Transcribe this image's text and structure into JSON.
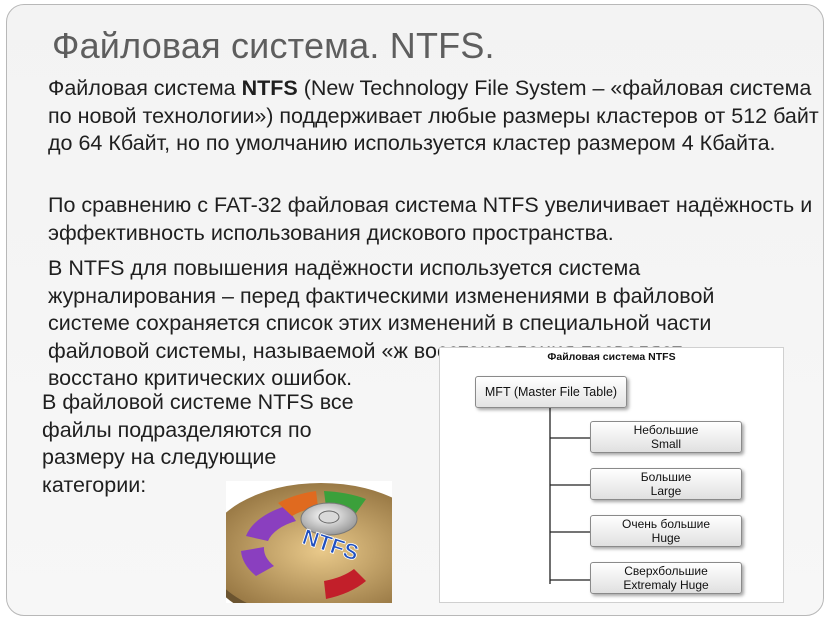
{
  "title": "Файловая система. NTFS.",
  "paragraph1": {
    "prefix": "Файловая система ",
    "bold": "NTFS",
    "rest": " (New Technology File System – «файловая система по новой технологии») поддерживает любые размеры кластеров от 512 байт до 64 Кбайт, но по умолчанию используется кластер размером 4 Кбайта."
  },
  "paragraph2": "По сравнению с FAT-32 файловая система NTFS увеличивает надёжность и эффективность использования дискового пространства.",
  "paragraph3": "В NTFS для повышения надёжности используется система журналирования – перед фактическими изменениями в файловой системе сохраняется список этих изменений в специальной части файловой системы, называемой «ж восстановления позволяет восстано критических ошибок.",
  "overlay_text": "В файловой системе NTFS все файлы подразделяются по размеру на следующие категории:",
  "disk_logo": {
    "label": "NTFS",
    "colors": [
      "#8a3fbf",
      "#e06a1f",
      "#3ba03b",
      "#c21f2a"
    ]
  },
  "diagram": {
    "title": "Файловая система NTFS",
    "root": "MFT (Master File Table)",
    "categories": [
      {
        "ru": "Небольшие",
        "en": "Small"
      },
      {
        "ru": "Большие",
        "en": "Large"
      },
      {
        "ru": "Очень большие",
        "en": "Huge"
      },
      {
        "ru": "Сверхбольшие",
        "en": "Extremaly Huge"
      }
    ]
  }
}
